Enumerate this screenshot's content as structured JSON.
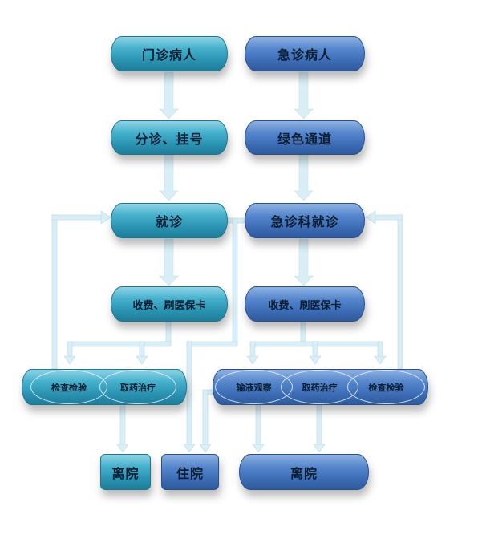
{
  "outpatient": {
    "start": "门诊病人",
    "triage": "分诊、挂号",
    "visit": "就诊",
    "payment": "收费、刷医保卡",
    "exam": "检查检验",
    "treatment": "取药治疗",
    "discharge": "离院"
  },
  "admission": "住院",
  "emergency": {
    "start": "急诊病人",
    "green_channel": "绿色通道",
    "visit": "急诊科就诊",
    "payment": "收费、刷医保卡",
    "observation": "输液观察",
    "treatment": "取药治疗",
    "exam": "检查检验",
    "discharge": "离院"
  },
  "colors": {
    "outpatient_fill": "#2a93b2",
    "emergency_fill": "#3d6db6",
    "arrow": "#d9eef6"
  }
}
